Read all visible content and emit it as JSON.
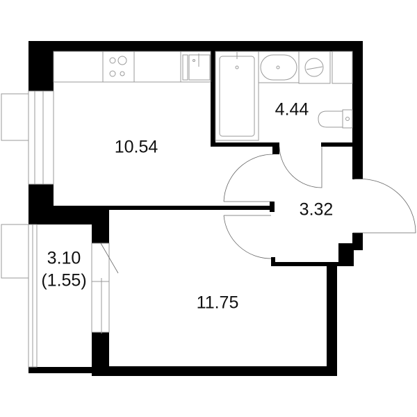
{
  "plan": {
    "rooms": [
      {
        "name": "kitchen",
        "area": "10.54"
      },
      {
        "name": "bathroom",
        "area": "4.44"
      },
      {
        "name": "hallway",
        "area": "3.32"
      },
      {
        "name": "balcony",
        "area": "3.10",
        "area_reduced": "(1.55)"
      },
      {
        "name": "bedroom",
        "area": "11.75"
      }
    ],
    "colors": {
      "wall": "#000000",
      "fixture": "#999999"
    }
  }
}
